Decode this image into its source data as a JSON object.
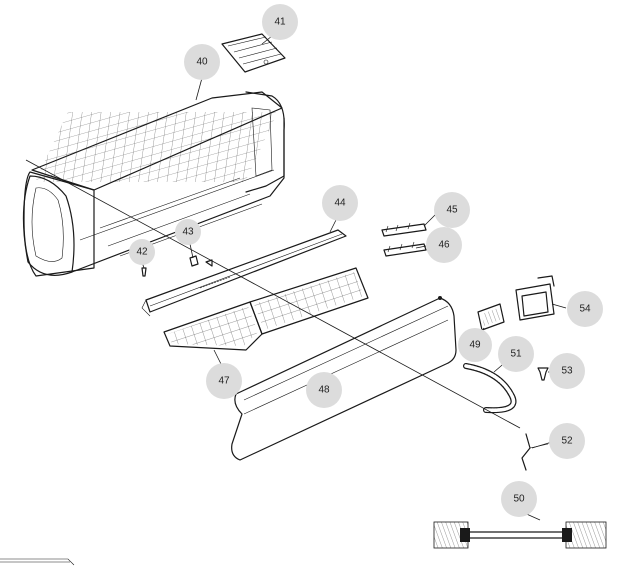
{
  "callouts": [
    {
      "id": "c41",
      "label": "41"
    },
    {
      "id": "c40",
      "label": "40"
    },
    {
      "id": "c44",
      "label": "44"
    },
    {
      "id": "c45",
      "label": "45"
    },
    {
      "id": "c46",
      "label": "46"
    },
    {
      "id": "c42",
      "label": "42"
    },
    {
      "id": "c43",
      "label": "43"
    },
    {
      "id": "c54",
      "label": "54"
    },
    {
      "id": "c49",
      "label": "49"
    },
    {
      "id": "c51",
      "label": "51"
    },
    {
      "id": "c53",
      "label": "53"
    },
    {
      "id": "c47",
      "label": "47"
    },
    {
      "id": "c48",
      "label": "48"
    },
    {
      "id": "c52",
      "label": "52"
    },
    {
      "id": "c50",
      "label": "50"
    }
  ]
}
